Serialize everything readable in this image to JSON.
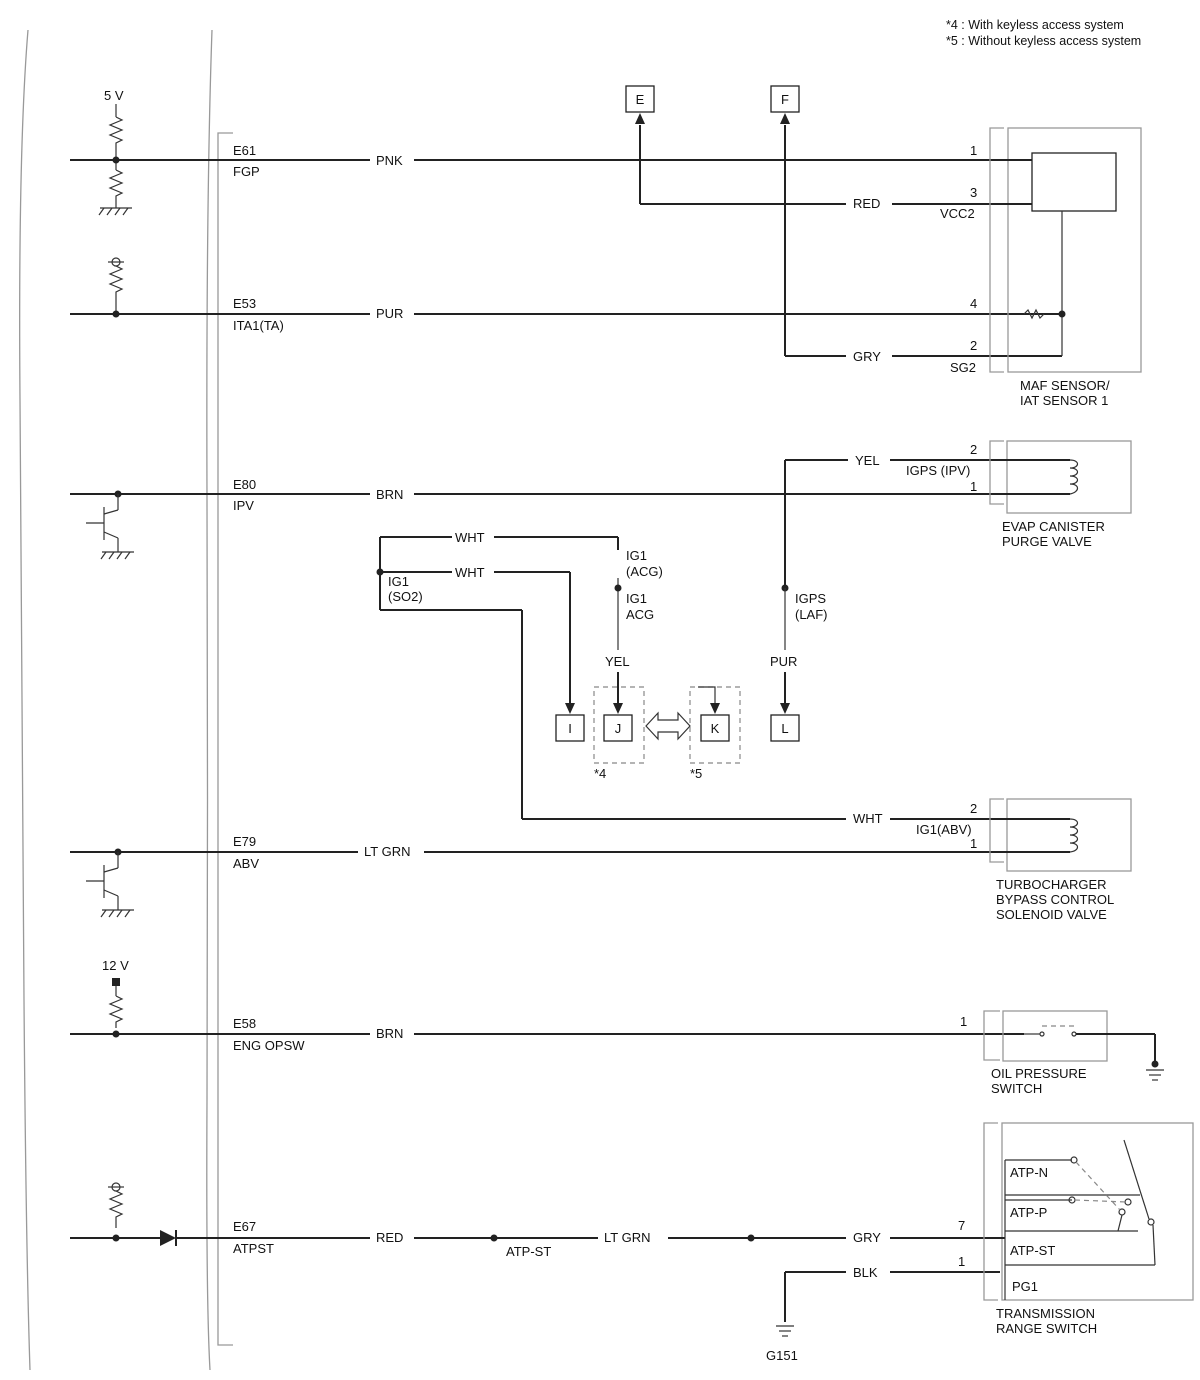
{
  "notes": {
    "note4": "*4 : With keyless access system",
    "note5": "*5 : Without keyless access system"
  },
  "ecm": {
    "voltage_5v": "5 V",
    "voltage_12v": "12 V"
  },
  "pins": {
    "e61": {
      "pin": "E61",
      "name": "FGP",
      "wire": "PNK"
    },
    "e53": {
      "pin": "E53",
      "name": "ITA1(TA)",
      "wire": "PUR"
    },
    "e80": {
      "pin": "E80",
      "name": "IPV",
      "wire": "BRN"
    },
    "e79": {
      "pin": "E79",
      "name": "ABV",
      "wire": "LT GRN"
    },
    "e58": {
      "pin": "E58",
      "name": "ENG OPSW",
      "wire": "BRN"
    },
    "e67": {
      "pin": "E67",
      "name": "ATPST",
      "wire": "RED"
    }
  },
  "connectors": {
    "e": "E",
    "f": "F",
    "i": "I",
    "j": "J",
    "k": "K",
    "l": "L"
  },
  "maf": {
    "pin1": "1",
    "pin3": "3",
    "pin4": "4",
    "pin2": "2",
    "red": "RED",
    "vcc2": "VCC2",
    "gry": "GRY",
    "sg2": "SG2",
    "label1": "MAF SENSOR/",
    "label2": "IAT SENSOR 1"
  },
  "evap": {
    "pin2": "2",
    "pin1": "1",
    "yel": "YEL",
    "igps_ipv": "IGPS (IPV)",
    "label1": "EVAP CANISTER",
    "label2": "PURGE VALVE"
  },
  "power": {
    "wht1": "WHT",
    "wht2": "WHT",
    "ig1_so2_a": "IG1",
    "ig1_so2_b": "(SO2)",
    "ig1_acg_a": "IG1",
    "ig1_acg_b": "(ACG)",
    "ig1_acg_c": "IG1",
    "ig1_acg_d": "ACG",
    "yel": "YEL",
    "igps_laf_a": "IGPS",
    "igps_laf_b": "(LAF)",
    "pur": "PUR",
    "star4": "*4",
    "star5": "*5"
  },
  "turbo": {
    "pin2": "2",
    "pin1": "1",
    "wht": "WHT",
    "ig1_abv": "IG1(ABV)",
    "label1": "TURBOCHARGER",
    "label2": "BYPASS CONTROL",
    "label3": "SOLENOID VALVE"
  },
  "oil": {
    "pin1": "1",
    "label1": "OIL PRESSURE",
    "label2": "SWITCH"
  },
  "trs": {
    "atp_st_junction": "ATP-ST",
    "lt_grn": "LT GRN",
    "gry": "GRY",
    "blk": "BLK",
    "pin7": "7",
    "pin1": "1",
    "atp_n": "ATP-N",
    "atp_p": "ATP-P",
    "atp_st": "ATP-ST",
    "pg1": "PG1",
    "label1": "TRANSMISSION",
    "label2": "RANGE SWITCH",
    "ground": "G151"
  }
}
